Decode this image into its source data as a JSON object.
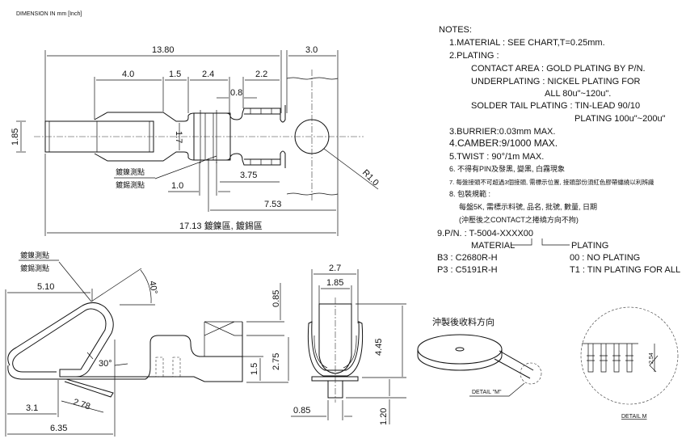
{
  "header": {
    "units_note": "DIMENSION IN mm [Inch]"
  },
  "top_view": {
    "dims": {
      "overall_13_80": "13.80",
      "carrier_3_0": "3.0",
      "d4_0": "4.0",
      "d1_5": "1.5",
      "d2_4": "2.4",
      "d2_2": "2.2",
      "d0_8": "0.8",
      "d1_85": "1.85",
      "d1_7": "1.7",
      "d1_0": "1.0",
      "d3_75": "3.75",
      "d7_53": "7.53",
      "radius": "R1.0",
      "overall_17_13": "17.13 鍍鎳區, 鍍錫區"
    },
    "labels": {
      "nickel_point": "鍍鎳測點",
      "tin_point": "鍍錫測點"
    }
  },
  "side_view": {
    "labels": {
      "nickel_point": "鍍鎳測點",
      "tin_point": "鍍錫測點"
    },
    "dims": {
      "d5_10": "5.10",
      "a40": "40°",
      "a30": "30°",
      "d2_78": "2.78",
      "d3_1": "3.1",
      "d6_35": "6.35",
      "d0_85": "0.85",
      "d2_75": "2.75",
      "d1_5": "1.5"
    }
  },
  "front_view": {
    "dims": {
      "d2_7": "2.7",
      "d1_85": "1.85",
      "d4_45": "4.45",
      "d0_85": "0.85",
      "d1_20": "1.20"
    }
  },
  "reel": {
    "direction_label": "沖製後收料方向",
    "detail_callout": "DETAIL \"M\"",
    "detail_title": "DETAIL M",
    "detail_pitch": "2.54"
  },
  "notes": {
    "title": "NOTES:",
    "lines": [
      "1.MATERIAL  :  SEE  CHART,T=0.25mm.",
      "2.PLATING  :",
      "CONTACT  AREA  :  GOLD  PLATING  BY  P/N.",
      "UNDERPLATING  :  NICKEL  PLATING  FOR",
      "ALL  80u\"~120u\".",
      "SOLDER  TAIL  PLATING  :  TIN-LEAD  90/10",
      "PLATING  100u\"~200u\"",
      "3.BURRIER:0.03mm  MAX.",
      "4.CAMBER:9/1000  MAX.",
      "5.TWIST  :  90°/1m  MAX.",
      "6. 不得有PIN及發黑, 變黑, 白霧現象",
      "7. 每盤接頭不可超過3個接頭, 需標示位置, 接頭部份須紅色膠帶纏繞以利辨識",
      "8. 包裝規範 :",
      "每盤5K, 需標示料號,  品名, 批號, 數量, 日期",
      "(沖壓後之CONTACT之捲繞方向不拘)",
      "9.P/N.  :  T-5004-XXXX00",
      "MATERIAL",
      "PLATING",
      "B3  :  C2680R-H",
      "00  :  NO  PLATING",
      "P3  :  C5191R-H",
      "T1  :  TIN  PLATING  FOR  ALL"
    ]
  }
}
